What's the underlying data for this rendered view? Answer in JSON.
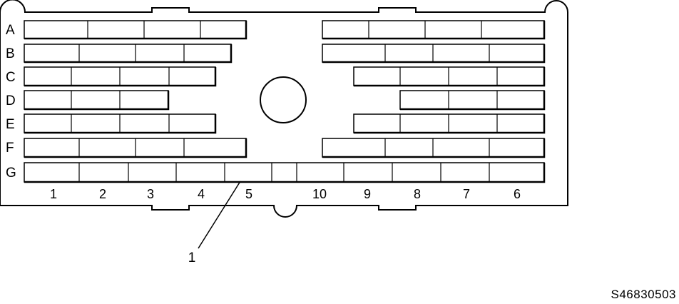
{
  "colors": {
    "line": "#000000",
    "background": "#ffffff"
  },
  "connector": {
    "row_labels": [
      "A",
      "B",
      "C",
      "D",
      "E",
      "F",
      "G"
    ],
    "column_labels": [
      "1",
      "2",
      "3",
      "4",
      "5",
      "10",
      "9",
      "8",
      "7",
      "6"
    ]
  },
  "callout": {
    "label": "1"
  },
  "figure_id": "S46830503"
}
